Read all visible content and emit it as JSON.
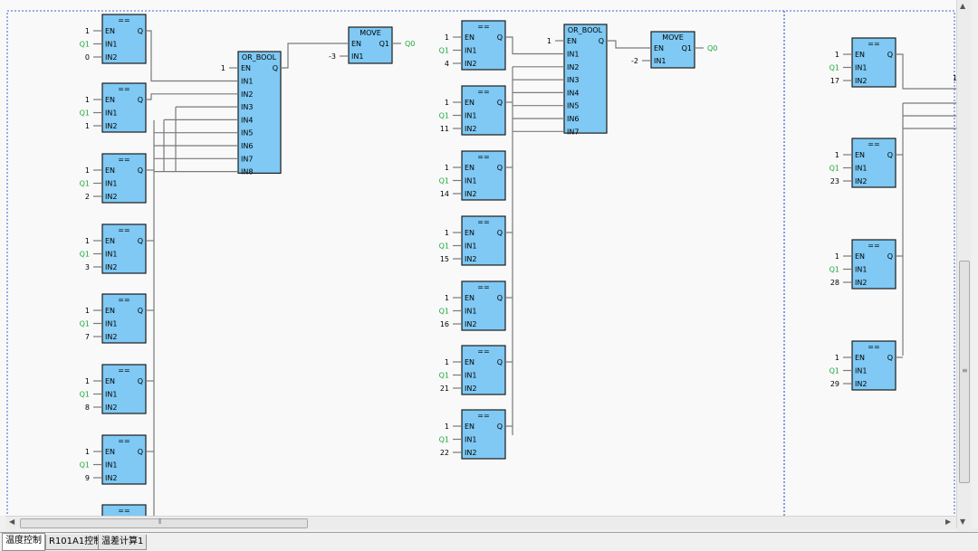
{
  "colors": {
    "block_fill": "#7fc9f4",
    "block_stroke": "#1d1d1d",
    "wire": "#7a7a7a",
    "q_const": "#1aa83a",
    "page_border": "#3b5fd0"
  },
  "icons": {
    "scroll_left": "arrow-left-icon",
    "scroll_right": "arrow-right-icon",
    "scroll_up": "arrow-up-icon",
    "scroll_down": "arrow-down-icon",
    "grip": "grip-icon"
  },
  "pin_labels": {
    "en": "EN",
    "in1": "IN1",
    "in2": "IN2",
    "q": "Q",
    "q1": "Q1"
  },
  "compare": {
    "title": "==",
    "col1_values": [
      "0",
      "1",
      "2",
      "3",
      "7",
      "8",
      "9"
    ],
    "col2_values": [
      "4",
      "11",
      "14",
      "15",
      "16",
      "21",
      "22"
    ],
    "col3_values": [
      "17",
      "23",
      "28",
      "29"
    ],
    "en_value": "1",
    "in1_value": "Q1"
  },
  "or_bool": {
    "title": "OR_BOOL",
    "en_value": "1",
    "inputs_8": [
      "IN1",
      "IN2",
      "IN3",
      "IN4",
      "IN5",
      "IN6",
      "IN7",
      "IN8"
    ],
    "inputs_7": [
      "IN1",
      "IN2",
      "IN3",
      "IN4",
      "IN5",
      "IN6",
      "IN7"
    ]
  },
  "move": {
    "title": "MOVE",
    "in1_values": [
      "-3",
      "-2"
    ],
    "output": "Q0"
  },
  "col3_partial_label": "1",
  "tabs": [
    {
      "label": "温度控制",
      "active": true
    },
    {
      "label": "R101A1控制",
      "active": false
    },
    {
      "label": "温差计算1",
      "active": false
    }
  ]
}
